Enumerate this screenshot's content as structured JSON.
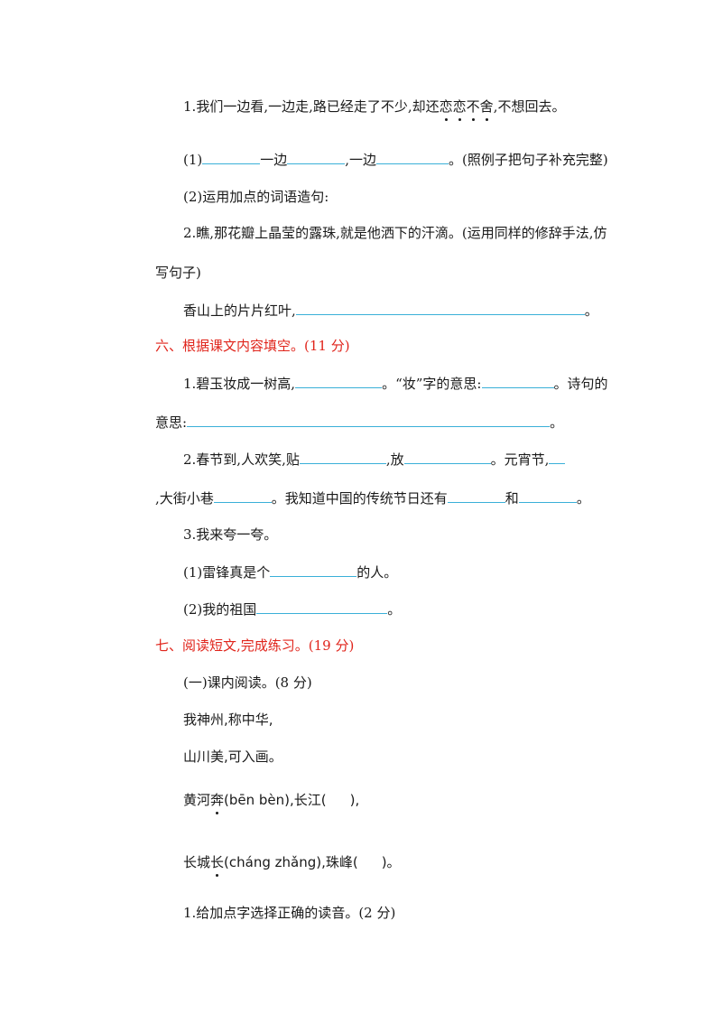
{
  "q5": {
    "item1": {
      "num": "1.",
      "text_a": "我们一边看,一边走,路已经走了不少,却还",
      "dotted": [
        "恋",
        "恋",
        "不",
        "舍"
      ],
      "text_b": ",不想回去。"
    },
    "sub1": {
      "label": "(1)",
      "w1": "一边",
      "w2": ",一边",
      "note": "。(照例子把句子补充完整)"
    },
    "sub2": "(2)运用加点的词语造句:",
    "item2": {
      "line1": "2.瞧,那花瓣上晶莹的露珠,就是他洒下的汗滴。(运用同样的修辞手法,仿",
      "line2": "写句子)"
    },
    "item2_answer": {
      "prefix": "香山上的片片红叶,",
      "suffix": "。"
    }
  },
  "q6": {
    "heading": "六、根据课文内容填空。(11 分)",
    "item1": {
      "a": "1.碧玉妆成一树高,",
      "b": "。“妆”字的意思:",
      "c": "。诗句的",
      "d": "意思:",
      "e": "。"
    },
    "item2": {
      "a": "2.春节到,人欢笑,贴",
      "b": ",放",
      "c": "。元宵节,",
      "d": ",大街小巷",
      "e": "。我知道中国的传统节日还有",
      "f": "和",
      "g": "。"
    },
    "item3": {
      "title": "3.我来夸一夸。",
      "s1_a": "(1)雷锋真是个",
      "s1_b": "的人。",
      "s2_a": "(2)我的祖国",
      "s2_b": "。"
    }
  },
  "q7": {
    "heading": "七、阅读短文,完成练习。(19 分)",
    "sub": "(一)课内阅读。(8 分)",
    "poem": {
      "l1": "我神州,称中华,",
      "l2": "山川美,可入画。",
      "l3_a": "黄河",
      "l3_dot": "奔",
      "l3_b": "(bēn bèn),长江(",
      "l3_c": "),",
      "l4_a": "长城",
      "l4_dot": "长",
      "l4_b": "(cháng zhǎng),珠峰(",
      "l4_c": ")。"
    },
    "task1": "1.给加点字选择正确的读音。(2 分)"
  }
}
